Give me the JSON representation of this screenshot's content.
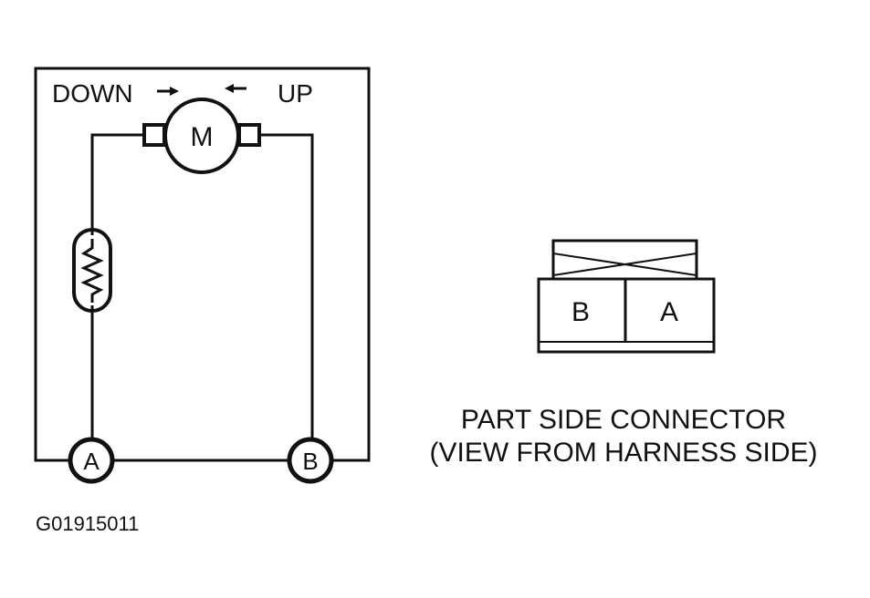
{
  "colors": {
    "ink": "#111111",
    "background": "#ffffff"
  },
  "circuit": {
    "down_label": "DOWN",
    "up_label": "UP",
    "motor_label": "M",
    "terminal_a_label": "A",
    "terminal_b_label": "B",
    "resistor_icon": "thermistor-icon",
    "arrow_icons": [
      "arrow-right-icon",
      "arrow-left-icon"
    ]
  },
  "connector": {
    "pin_b_label": "B",
    "pin_a_label": "A",
    "caption_line1": "PART SIDE CONNECTOR",
    "caption_line2": "(VIEW FROM HARNESS SIDE)"
  },
  "figure_id": "G01915011"
}
